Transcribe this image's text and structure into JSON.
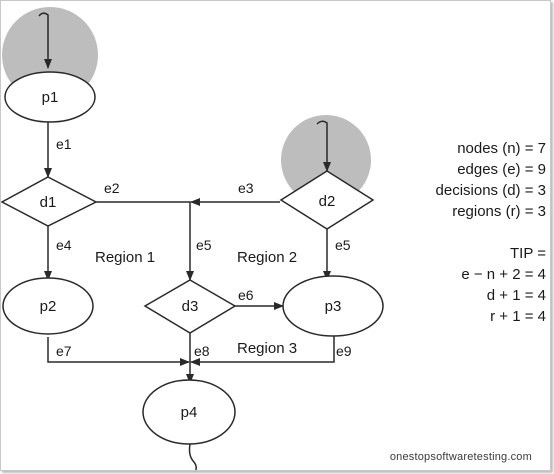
{
  "nodes": {
    "p1": "p1",
    "d1": "d1",
    "d2": "d2",
    "d3": "d3",
    "p2": "p2",
    "p3": "p3",
    "p4": "p4"
  },
  "edges": {
    "e1": "e1",
    "e2": "e2",
    "e3": "e3",
    "e4": "e4",
    "e5a": "e5",
    "e5b": "e5",
    "e6": "e6",
    "e7": "e7",
    "e8": "e8",
    "e9": "e9"
  },
  "regions": {
    "r1": "Region 1",
    "r2": "Region 2",
    "r3": "Region 3"
  },
  "stats": {
    "nodes": "nodes (n) = 7",
    "edges": "edges (e) = 9",
    "decisions": "decisions (d) = 3",
    "regions": "regions (r) = 3",
    "tip_title": "TIP =",
    "tip_formula1": "e − n + 2 = 4",
    "tip_formula2": "d + 1 = 4",
    "tip_formula3": "r + 1 = 4"
  },
  "watermark": "onestopsoftwaretesting.com",
  "colors": {
    "highlight": "#bdbdbd",
    "line": "#2a2a2a",
    "background": "#ffffff"
  }
}
